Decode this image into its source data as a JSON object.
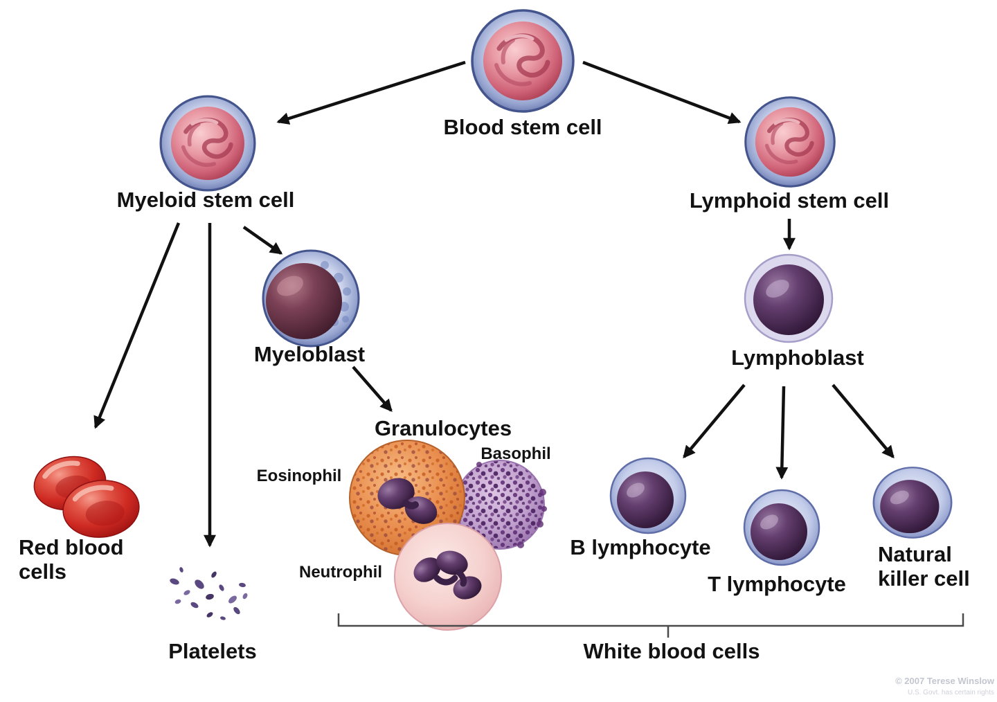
{
  "diagram": {
    "nodes": {
      "blood_stem_cell": "Blood stem cell",
      "myeloid_stem_cell": "Myeloid stem cell",
      "lymphoid_stem_cell": "Lymphoid stem cell",
      "myeloblast": "Myeloblast",
      "lymphoblast": "Lymphoblast",
      "granulocytes": "Granulocytes",
      "eosinophil": "Eosinophil",
      "basophil": "Basophil",
      "neutrophil": "Neutrophil",
      "red_blood_line1": "Red blood",
      "red_blood_line2": "cells",
      "platelets": "Platelets",
      "b_lymphocyte": "B lymphocyte",
      "t_lymphocyte": "T lymphocyte",
      "nk_line1": "Natural",
      "nk_line2": "killer cell",
      "white_blood_cells": "White blood cells"
    },
    "credit": {
      "line1": "© 2007 Terese Winslow",
      "line2": "U.S. Govt. has certain rights"
    },
    "colors": {
      "label_text": "#121212",
      "arrow": "#111111",
      "bracket": "#4a4a4a",
      "cell_membrane_blue": "#5a6aa4",
      "stem_nucleus_pink": "#d06478",
      "nucleus_dark_purple": "#301737",
      "myeloblast_nucleus_maroon": "#421d2d",
      "eosinophil_orange": "#ea9050",
      "basophil_purple": "#5c2a72",
      "neutrophil_pink": "#f5d0cd",
      "red_blood_cell_red": "#ce2a22",
      "platelet_purple": "#5a4880"
    }
  }
}
